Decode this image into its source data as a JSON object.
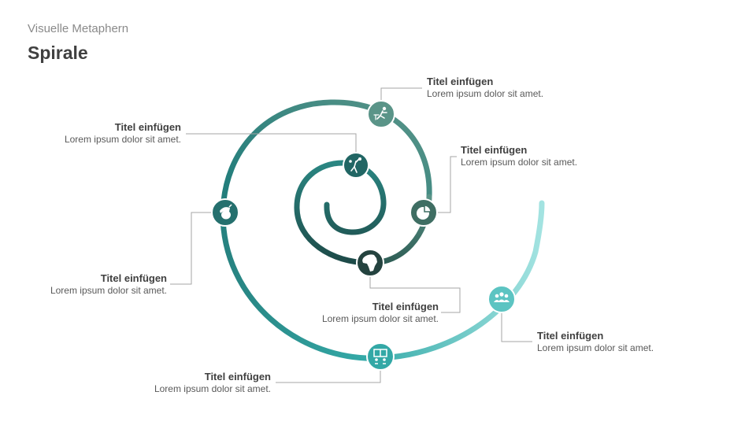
{
  "header": {
    "subtitle": "Visuelle Metaphern",
    "title": "Spirale"
  },
  "items": [
    {
      "title": "Titel einfügen",
      "text": "Lorem ipsum dolor sit amet.",
      "icon": "hurdle-runner-icon"
    },
    {
      "title": "Titel einfügen",
      "text": "Lorem ipsum dolor sit amet.",
      "icon": "pie-chart-icon"
    },
    {
      "title": "Titel einfügen",
      "text": "Lorem ipsum dolor sit amet.",
      "icon": "basketball-player-icon"
    },
    {
      "title": "Titel einfügen",
      "text": "Lorem ipsum dolor sit amet.",
      "icon": "acorn-icon"
    },
    {
      "title": "Titel einfügen",
      "text": "Lorem ipsum dolor sit amet.",
      "icon": "africa-map-icon"
    },
    {
      "title": "Titel einfügen",
      "text": "Lorem ipsum dolor sit amet.",
      "icon": "team-meeting-icon"
    },
    {
      "title": "Titel einfügen",
      "text": "Lorem ipsum dolor sit amet.",
      "icon": "presentation-board-icon"
    }
  ],
  "colors": {
    "spiral_dark": "#1f4e4c",
    "spiral_mid": "#2a8a88",
    "spiral_light": "#a2e2e0",
    "connector": "#a6a6a6"
  }
}
